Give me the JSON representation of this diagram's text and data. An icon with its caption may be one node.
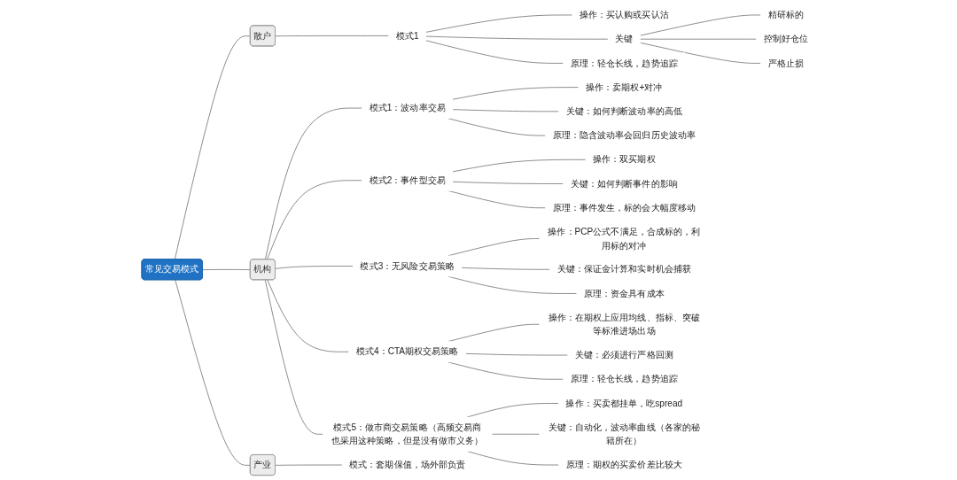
{
  "diagram": {
    "nodes": [
      {
        "text": [
          "常见交易模式"
        ]
      },
      {
        "text": [
          "散户"
        ]
      },
      {
        "text": [
          "模式1"
        ]
      },
      {
        "text": [
          "操作：买认购或买认沽"
        ]
      },
      {
        "text": [
          "关键"
        ]
      },
      {
        "text": [
          "精研标的"
        ]
      },
      {
        "text": [
          "控制好仓位"
        ]
      },
      {
        "text": [
          "严格止损"
        ]
      },
      {
        "text": [
          "原理：轻仓长线，趋势追踪"
        ]
      },
      {
        "text": [
          "机构"
        ]
      },
      {
        "text": [
          "模式1：波动率交易"
        ]
      },
      {
        "text": [
          "操作：卖期权+对冲"
        ]
      },
      {
        "text": [
          "关键：如何判断波动率的高低"
        ]
      },
      {
        "text": [
          "原理：隐含波动率会回归历史波动率"
        ]
      },
      {
        "text": [
          "模式2：事件型交易"
        ]
      },
      {
        "text": [
          "操作：双买期权"
        ]
      },
      {
        "text": [
          "关键：如何判断事件的影响"
        ]
      },
      {
        "text": [
          "原理：事件发生，标的会大幅度移动"
        ]
      },
      {
        "text": [
          "模式3：无风险交易策略"
        ]
      },
      {
        "text": [
          "操作：PCP公式不满足，合成标的，利用标的对冲"
        ]
      },
      {
        "text": [
          "关键：保证金计算和实时机会捕获"
        ]
      },
      {
        "text": [
          "原理：资金具有成本"
        ]
      },
      {
        "text": [
          "模式4：CTA期权交易策略"
        ]
      },
      {
        "text": [
          "操作：在期权上应用均线、指标、突破等标准进场出场"
        ]
      },
      {
        "text": [
          "关键：必须进行严格回测"
        ]
      },
      {
        "text": [
          "原理：轻仓长线，趋势追踪"
        ]
      },
      {
        "text": [
          "模式5：做市商交易策略（高频交易商也采用这种策略，但是没有做市义务）"
        ]
      },
      {
        "text": [
          "操作：买卖都挂单，吃spread"
        ]
      },
      {
        "text": [
          "关键：自动化，波动率曲线（各家的秘籍所在）"
        ]
      },
      {
        "text": [
          "原理：期权的买卖价差比较大"
        ]
      },
      {
        "text": [
          "产业"
        ]
      },
      {
        "text": [
          "模式：套期保值，场外部负责"
        ]
      }
    ],
    "edges": [
      {
        "from": 0,
        "to": 1,
        "arrow": "none"
      },
      {
        "from": 1,
        "to": 2,
        "arrow": "none"
      },
      {
        "from": 2,
        "to": 3,
        "arrow": "none"
      },
      {
        "from": 2,
        "to": 4,
        "arrow": "none"
      },
      {
        "from": 4,
        "to": 5,
        "arrow": "none"
      },
      {
        "from": 4,
        "to": 6,
        "arrow": "none"
      },
      {
        "from": 4,
        "to": 7,
        "arrow": "none"
      },
      {
        "from": 2,
        "to": 8,
        "arrow": "none"
      },
      {
        "from": 0,
        "to": 9,
        "arrow": "none"
      },
      {
        "from": 9,
        "to": 10,
        "arrow": "none"
      },
      {
        "from": 10,
        "to": 11,
        "arrow": "none"
      },
      {
        "from": 10,
        "to": 12,
        "arrow": "none"
      },
      {
        "from": 10,
        "to": 13,
        "arrow": "none"
      },
      {
        "from": 9,
        "to": 14,
        "arrow": "none"
      },
      {
        "from": 14,
        "to": 15,
        "arrow": "none"
      },
      {
        "from": 14,
        "to": 16,
        "arrow": "none"
      },
      {
        "from": 14,
        "to": 17,
        "arrow": "none"
      },
      {
        "from": 9,
        "to": 18,
        "arrow": "none"
      },
      {
        "from": 18,
        "to": 19,
        "arrow": "none"
      },
      {
        "from": 18,
        "to": 20,
        "arrow": "none"
      },
      {
        "from": 18,
        "to": 21,
        "arrow": "none"
      },
      {
        "from": 9,
        "to": 22,
        "arrow": "none"
      },
      {
        "from": 22,
        "to": 23,
        "arrow": "none"
      },
      {
        "from": 22,
        "to": 24,
        "arrow": "none"
      },
      {
        "from": 22,
        "to": 25,
        "arrow": "none"
      },
      {
        "from": 9,
        "to": 26,
        "arrow": "none"
      },
      {
        "from": 26,
        "to": 27,
        "arrow": "none"
      },
      {
        "from": 26,
        "to": 28,
        "arrow": "none"
      },
      {
        "from": 26,
        "to": 29,
        "arrow": "none"
      },
      {
        "from": 0,
        "to": 30,
        "arrow": "none"
      },
      {
        "from": 30,
        "to": 31,
        "arrow": "none"
      }
    ]
  }
}
